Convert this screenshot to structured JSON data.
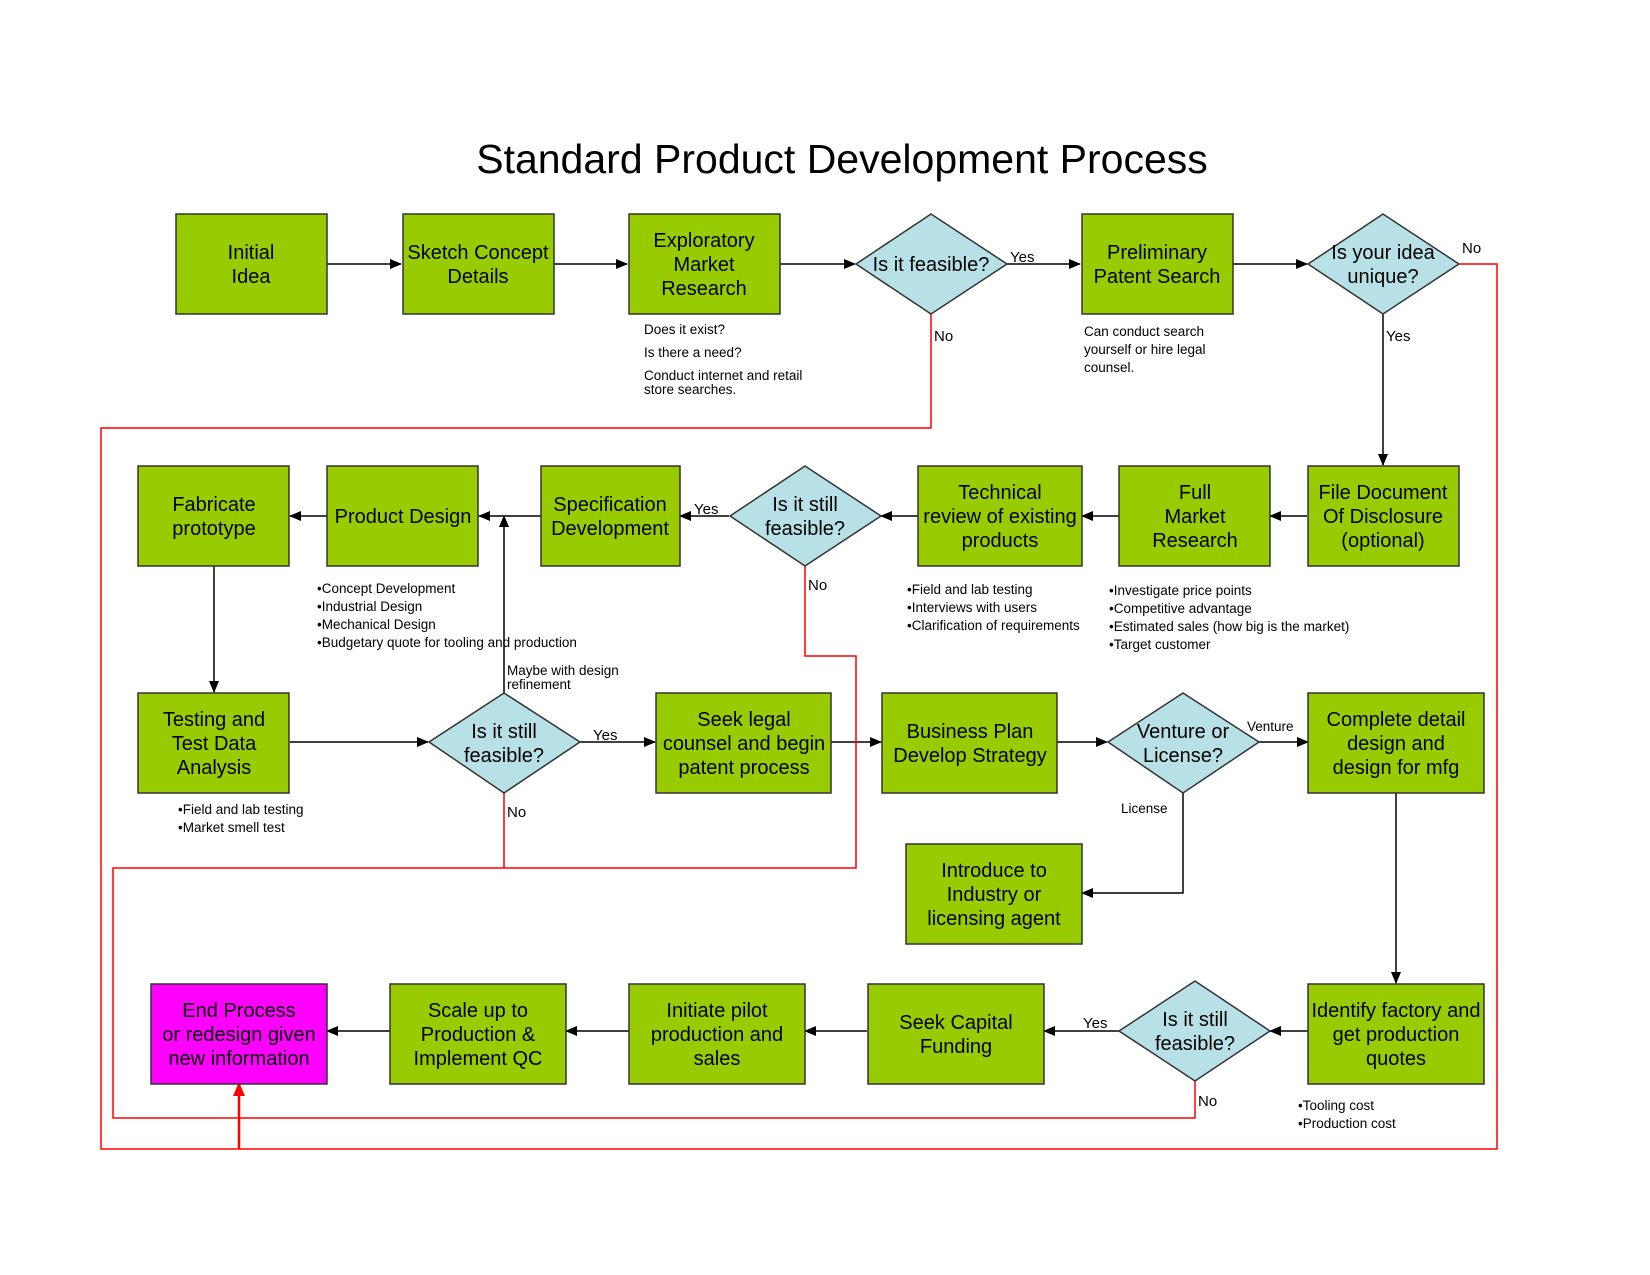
{
  "title": "Standard Product Development Process",
  "colors": {
    "process": "#99cc00",
    "decision": "#b7e1e6",
    "end": "#ff00ff",
    "border": "#333333",
    "arrow": "#000000",
    "reject_line": "#ff0000"
  },
  "nodes": {
    "initial_idea": [
      "Initial",
      "Idea"
    ],
    "sketch_concept": [
      "Sketch Concept",
      "Details"
    ],
    "exploratory_research": [
      "Exploratory",
      "Market",
      "Research"
    ],
    "feasible_1": [
      "Is it feasible?"
    ],
    "patent_search": [
      "Preliminary",
      "Patent Search"
    ],
    "idea_unique": [
      "Is your idea",
      "unique?"
    ],
    "file_disclosure": [
      "File Document",
      "Of Disclosure",
      "(optional)"
    ],
    "full_research": [
      "Full",
      "Market",
      "Research"
    ],
    "technical_review": [
      "Technical",
      "review of existing",
      "products"
    ],
    "feasible_2": [
      "Is it still",
      "feasible?"
    ],
    "spec_dev": [
      "Specification",
      "Development"
    ],
    "product_design": [
      "Product Design"
    ],
    "fabricate": [
      "Fabricate",
      "prototype"
    ],
    "testing": [
      "Testing and",
      "Test Data",
      "Analysis"
    ],
    "feasible_3": [
      "Is it still",
      "feasible?"
    ],
    "legal_counsel": [
      "Seek legal",
      "counsel and begin",
      "patent process"
    ],
    "business_plan": [
      "Business Plan",
      "Develop Strategy"
    ],
    "venture_license": [
      "Venture or",
      "License?"
    ],
    "complete_design": [
      "Complete detail",
      "design and",
      "design for mfg"
    ],
    "introduce_industry": [
      "Introduce to",
      "Industry or",
      "licensing agent"
    ],
    "identify_factory": [
      "Identify factory and",
      "get production",
      "quotes"
    ],
    "feasible_4": [
      "Is it still",
      "feasible?"
    ],
    "seek_capital": [
      "Seek Capital",
      "Funding"
    ],
    "pilot_production": [
      "Initiate pilot",
      "production and",
      "sales"
    ],
    "scale_up": [
      "Scale up to",
      "Production &",
      "Implement QC"
    ],
    "end_process": [
      "End Process",
      "or redesign given",
      "new information"
    ]
  },
  "notes": {
    "exploratory": [
      "Does it exist?",
      "Is there a need?",
      "Conduct internet and retail",
      "store searches."
    ],
    "patent": [
      "Can conduct search",
      "yourself or hire legal",
      "counsel."
    ],
    "product_design": [
      "•Concept Development",
      "•Industrial Design",
      "•Mechanical Design",
      "•Budgetary quote for tooling and production"
    ],
    "technical": [
      "•Field and lab testing",
      "•Interviews with users",
      "•Clarification of requirements"
    ],
    "full_research": [
      "•Investigate price points",
      "•Competitive advantage",
      "•Estimated sales (how big is the market)",
      "•Target customer"
    ],
    "testing": [
      "•Field and lab testing",
      "•Market smell test"
    ],
    "maybe": [
      "Maybe with design",
      "refinement"
    ],
    "factory": [
      "•Tooling cost",
      "•Production cost"
    ]
  },
  "labels": {
    "yes": "Yes",
    "no": "No",
    "venture": "Venture",
    "license": "License"
  }
}
